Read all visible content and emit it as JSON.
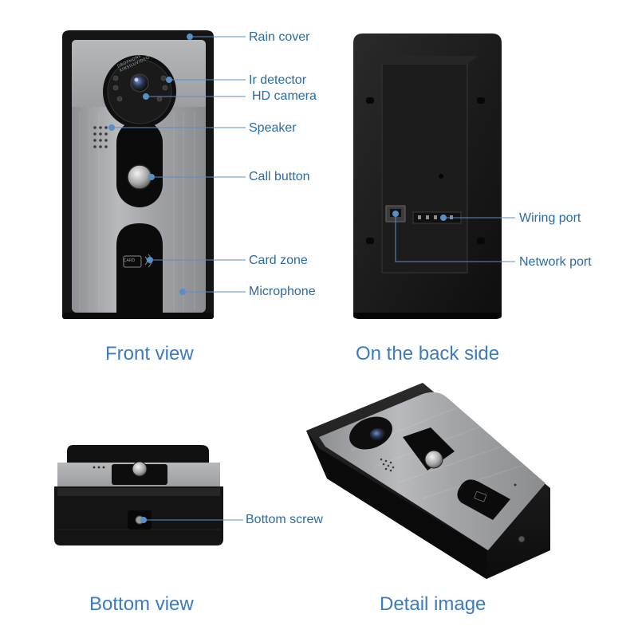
{
  "front": {
    "caption": "Front view",
    "device_text": "DRDPHONE XINSILUVIDEO",
    "card_text": "CARD",
    "labels": {
      "rain_cover": "Rain cover",
      "ir_detector": "Ir detector",
      "hd_camera": "HD camera",
      "speaker": "Speaker",
      "call_button": "Call button",
      "card_zone": "Card zone",
      "microphone": "Microphone"
    }
  },
  "back": {
    "caption": "On the back side",
    "labels": {
      "wiring_port": "Wiring port",
      "network_port": "Network port"
    }
  },
  "bottom": {
    "caption": "Bottom view",
    "labels": {
      "bottom_screw": "Bottom screw"
    }
  },
  "detail": {
    "caption": "Detail image"
  },
  "colors": {
    "label_text": "#2a6aa5",
    "caption_text": "#3b7bc0",
    "leader_line": "#5a8fc4",
    "housing": "#121212",
    "panel": "#a9aaac"
  }
}
